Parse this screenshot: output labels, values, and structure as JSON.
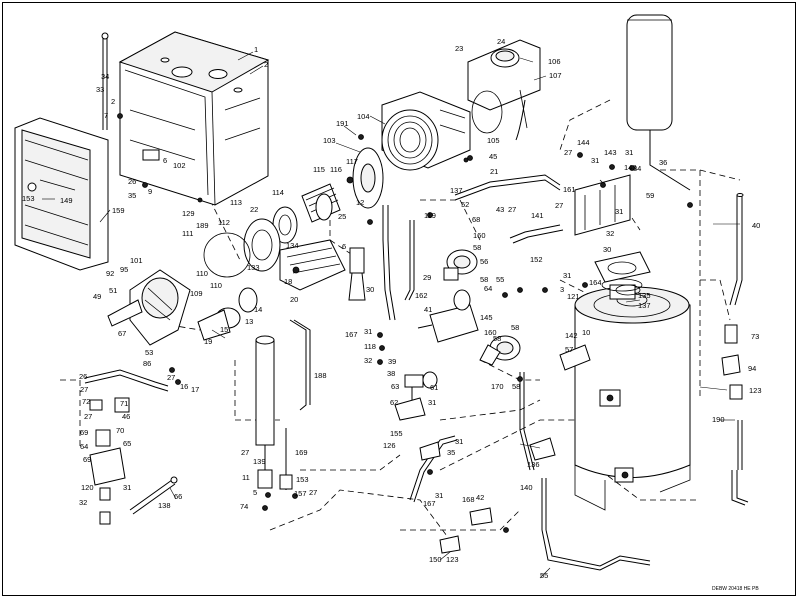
{
  "diagram": {
    "drawing_code": "DEBW 20418 HE PB",
    "part_labels": [
      "1",
      "2",
      "34",
      "33",
      "2",
      "7",
      "153",
      "149",
      "159",
      "92",
      "6",
      "102",
      "26",
      "35",
      "9",
      "129",
      "191",
      "103",
      "104",
      "117",
      "115",
      "116",
      "23",
      "24",
      "106",
      "107",
      "105",
      "45",
      "21",
      "144",
      "27",
      "31",
      "143",
      "31",
      "143",
      "34",
      "36",
      "59",
      "161",
      "27",
      "31",
      "32",
      "30",
      "40",
      "189",
      "112",
      "113",
      "114",
      "22",
      "111",
      "12",
      "25",
      "52",
      "119",
      "137",
      "68",
      "160",
      "58",
      "56",
      "58",
      "43",
      "27",
      "141",
      "101",
      "95",
      "110",
      "51",
      "49",
      "133",
      "134",
      "110",
      "109",
      "18",
      "20",
      "14",
      "13",
      "15",
      "19",
      "67",
      "53",
      "86",
      "6",
      "29",
      "30",
      "31",
      "118",
      "32",
      "41",
      "64",
      "55",
      "162",
      "145",
      "160",
      "58",
      "170",
      "58",
      "152",
      "31",
      "3",
      "121",
      "142",
      "164",
      "135",
      "137",
      "10",
      "57",
      "58",
      "167",
      "188",
      "38",
      "63",
      "39",
      "61",
      "62",
      "31",
      "155",
      "126",
      "31",
      "35",
      "31",
      "167",
      "26",
      "27",
      "16",
      "17",
      "27",
      "72",
      "71",
      "27",
      "46",
      "70",
      "69",
      "64",
      "65",
      "69",
      "120",
      "31",
      "32",
      "66",
      "138",
      "27",
      "139",
      "11",
      "5",
      "74",
      "157",
      "27",
      "153",
      "169",
      "168",
      "42",
      "150",
      "123",
      "140",
      "136",
      "55",
      "73",
      "94",
      "123",
      "190"
    ]
  }
}
